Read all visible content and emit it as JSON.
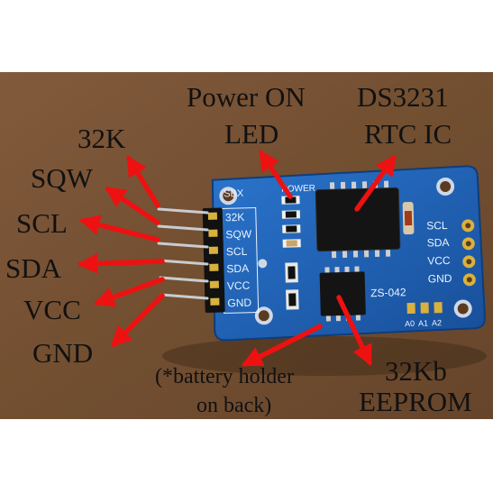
{
  "annotations": {
    "pin_32k": "32K",
    "pin_sqw": "SQW",
    "pin_scl": "SCL",
    "pin_sda": "SDA",
    "pin_vcc": "VCC",
    "pin_gnd": "GND",
    "power_led_line1": "Power ON",
    "power_led_line2": "LED",
    "rtc_line1": "DS3231",
    "rtc_line2": "RTC IC",
    "eeprom_line1": "32Kb",
    "eeprom_line2": "EEPROM",
    "battery_line1": "(*battery holder",
    "battery_line2": "on back)"
  },
  "board_silkscreen": {
    "maker": "SBX",
    "power": "POWER",
    "left_pins": [
      "32K",
      "SQW",
      "SCL",
      "SDA",
      "VCC",
      "GND"
    ],
    "right_pins": [
      "SCL",
      "SDA",
      "VCC",
      "GND"
    ],
    "model": "ZS-042",
    "addr_pads": [
      "A0",
      "A1",
      "A2"
    ]
  },
  "colors": {
    "arrow": "#ee1111",
    "pcb": "#1f63b8",
    "background_photo": "#7d5737"
  }
}
